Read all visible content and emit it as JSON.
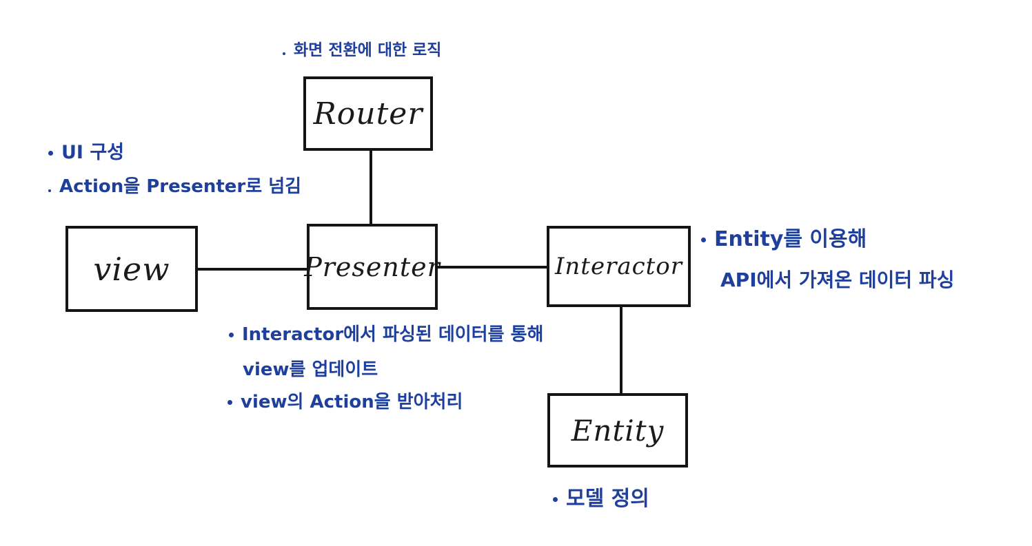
{
  "boxes": {
    "router": "Router",
    "view": "view",
    "presenter": "Presenter",
    "interactor": "Interactor",
    "entity": "Entity"
  },
  "notes": {
    "router": [
      "화면 전환에 대한 로직"
    ],
    "view": [
      "UI 구성",
      "Action을 Presenter로 넘김"
    ],
    "presenter": [
      "Interactor에서 파싱된 데이터를 통해",
      "view를 업데이트",
      "view의 Action을 받아처리"
    ],
    "interactor": [
      "Entity를 이용해",
      "API에서 가져온 데이터 파싱"
    ],
    "entity": [
      "모델 정의"
    ]
  },
  "colors": {
    "note_text": "#1f3f9c",
    "box_border": "#141414"
  }
}
